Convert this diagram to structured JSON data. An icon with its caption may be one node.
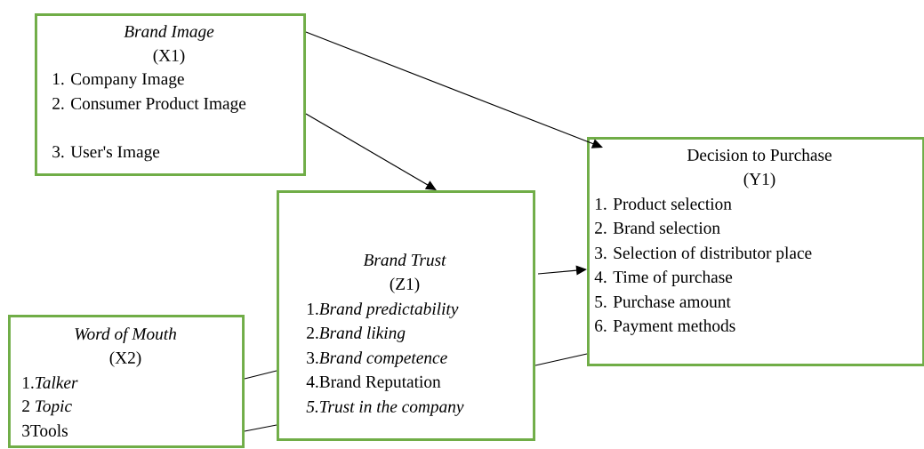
{
  "diagram": {
    "nodes": [
      {
        "text": [
          "Brand Image",
          "(X1)",
          "1. Company Image",
          "2. Consumer Product Image",
          "3. User's Image"
        ]
      },
      {
        "text": [
          "Decision to Purchase",
          "(Y1)",
          "1. Product selection",
          "2. Brand selection",
          "3. Selection of distributor place",
          "4. Time of purchase",
          "5. Purchase amount",
          "6. Payment methods"
        ]
      },
      {
        "text": [
          "Brand Trust",
          "(Z1)",
          "1.*Brand predictability*",
          "2.*Brand liking*",
          "3.*Brand competence*",
          "4.Brand Reputation",
          "5.Trust in the company"
        ]
      },
      {
        "text": [
          "Word of Mouth",
          "(X2)",
          "1.*Talker*",
          "2 *Topic*",
          "3Tools"
        ]
      }
    ],
    "edges": [
      {
        "from": 0,
        "to": 1,
        "arrow": "to"
      },
      {
        "from": 0,
        "to": 2,
        "arrow": "to"
      },
      {
        "from": 2,
        "to": 1,
        "arrow": "to"
      },
      {
        "from": 3,
        "to": 2,
        "arrow": "none"
      },
      {
        "from": 3,
        "to": 2,
        "arrow": "none"
      },
      {
        "from": 2,
        "to": 1,
        "arrow": "none"
      }
    ]
  }
}
